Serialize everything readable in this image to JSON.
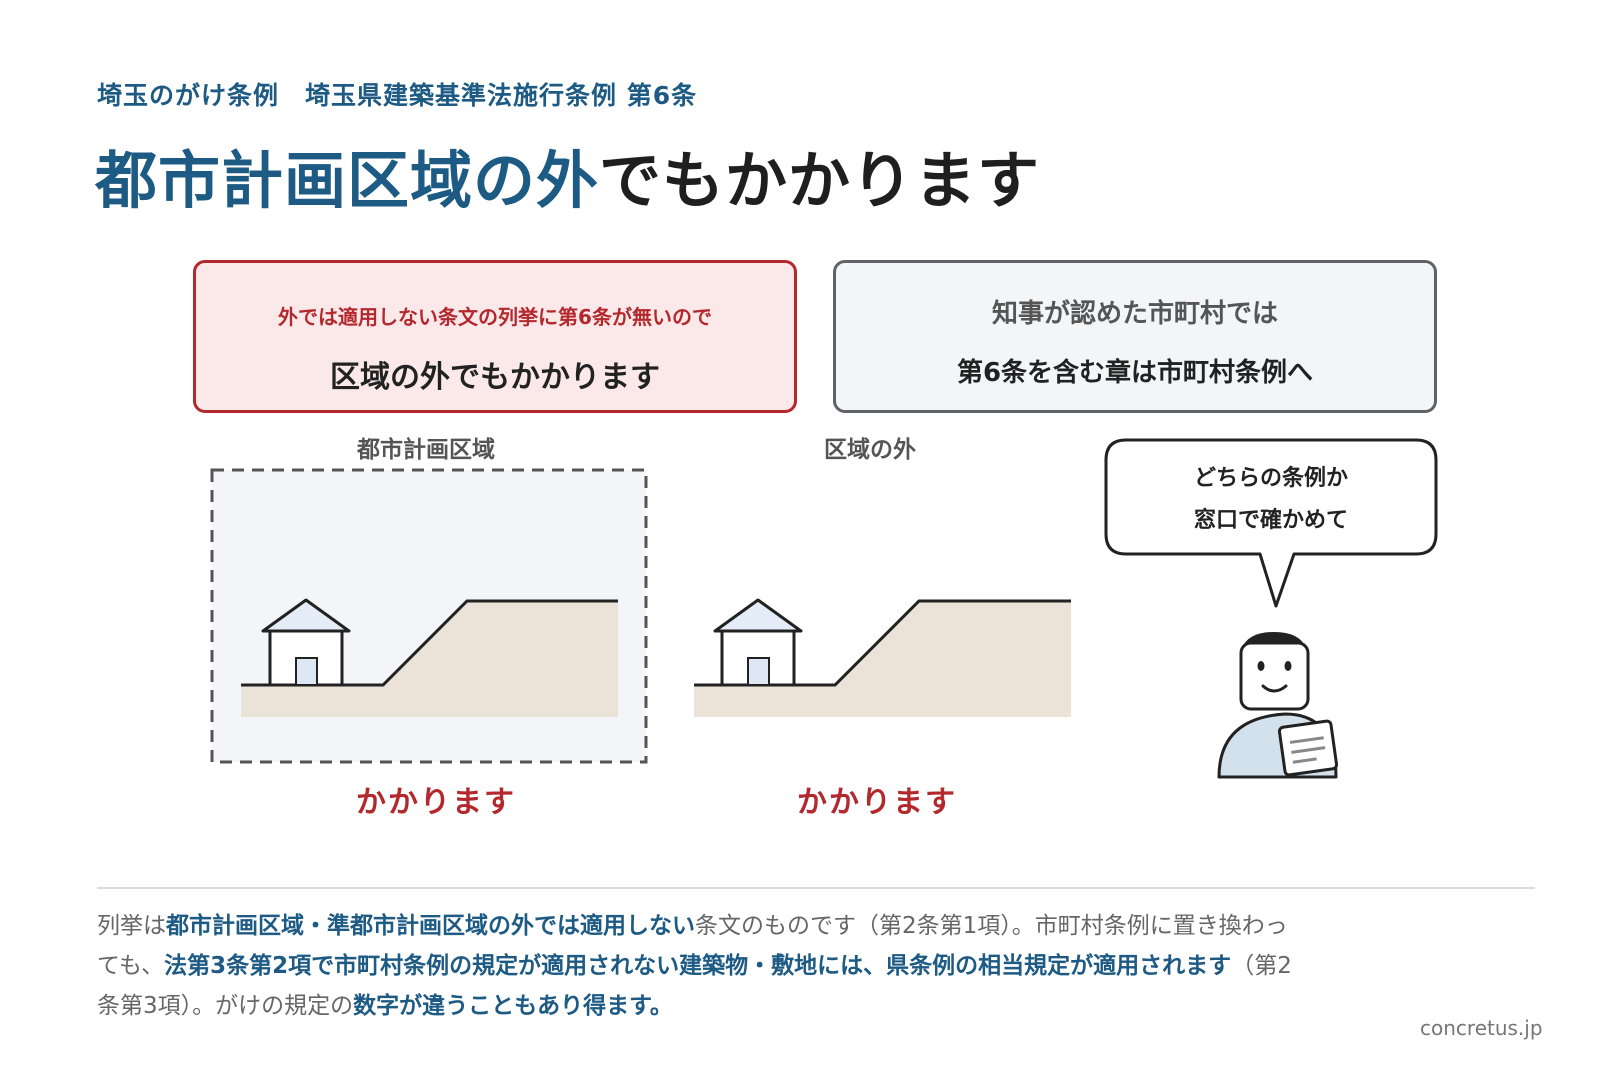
{
  "kicker": "埼玉のがけ条例　埼玉県建築基準法施行条例 第6条",
  "title": {
    "highlight": "都市計画区域の外",
    "rest": "でもかかります"
  },
  "box_left": {
    "small": "外では適用しない条文の列挙に第6条が無いので",
    "big": "区域の外でもかかります"
  },
  "box_right": {
    "line1": "知事が認めた市町村では",
    "line2": "第6条を含む章は市町村条例へ"
  },
  "scene_left": {
    "label": "都市計画区域",
    "result": "かかります"
  },
  "scene_right": {
    "label": "区域の外",
    "result": "かかります"
  },
  "speech": {
    "line1": "どちらの条例か",
    "line2": "窓口で確かめて"
  },
  "footer": {
    "p1": "列挙は",
    "b1": "都市計画区域・準都市計画区域の外では適用しない",
    "p2": "条文のものです（第2条第1項）。市町村条例に置き換わっても、",
    "b2": "法第3条第2項で市町村条例の規定が適用されない建築物・敷地には、県条例の相当規定が適用されます",
    "p3": "（第2条第3項）。がけの規定の",
    "b3": "数字が違うこともあり得ます。"
  },
  "credit": "concretus.jp",
  "colors": {
    "accent_blue": "#1d5a84",
    "accent_red": "#b3282d",
    "ground": "#ebe3d7"
  }
}
